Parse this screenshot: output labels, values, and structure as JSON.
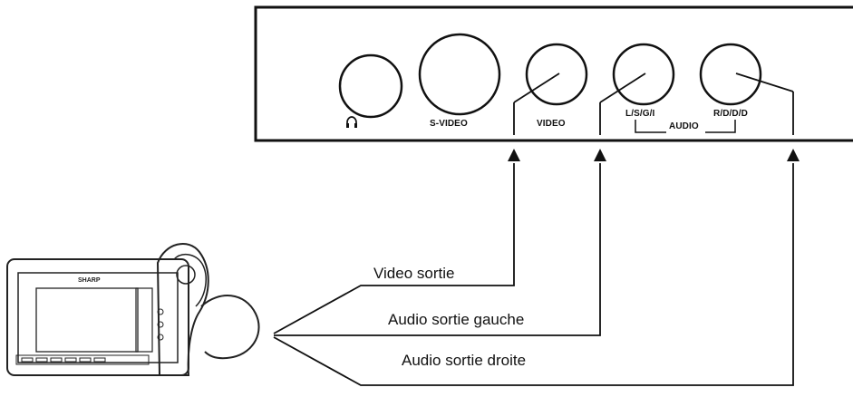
{
  "panel": {
    "jacks": {
      "svideo": "S-VIDEO",
      "video": "VIDEO",
      "audio_left": "L/S/G/I",
      "audio": "AUDIO",
      "audio_right": "R/D/D/D"
    },
    "headphones_icon": "headphones-icon"
  },
  "cables": {
    "video_out": "Video sortie",
    "audio_left_out": "Audio sortie gauche",
    "audio_right_out": "Audio sortie droite"
  },
  "camcorder": {
    "brand": "SHARP"
  }
}
